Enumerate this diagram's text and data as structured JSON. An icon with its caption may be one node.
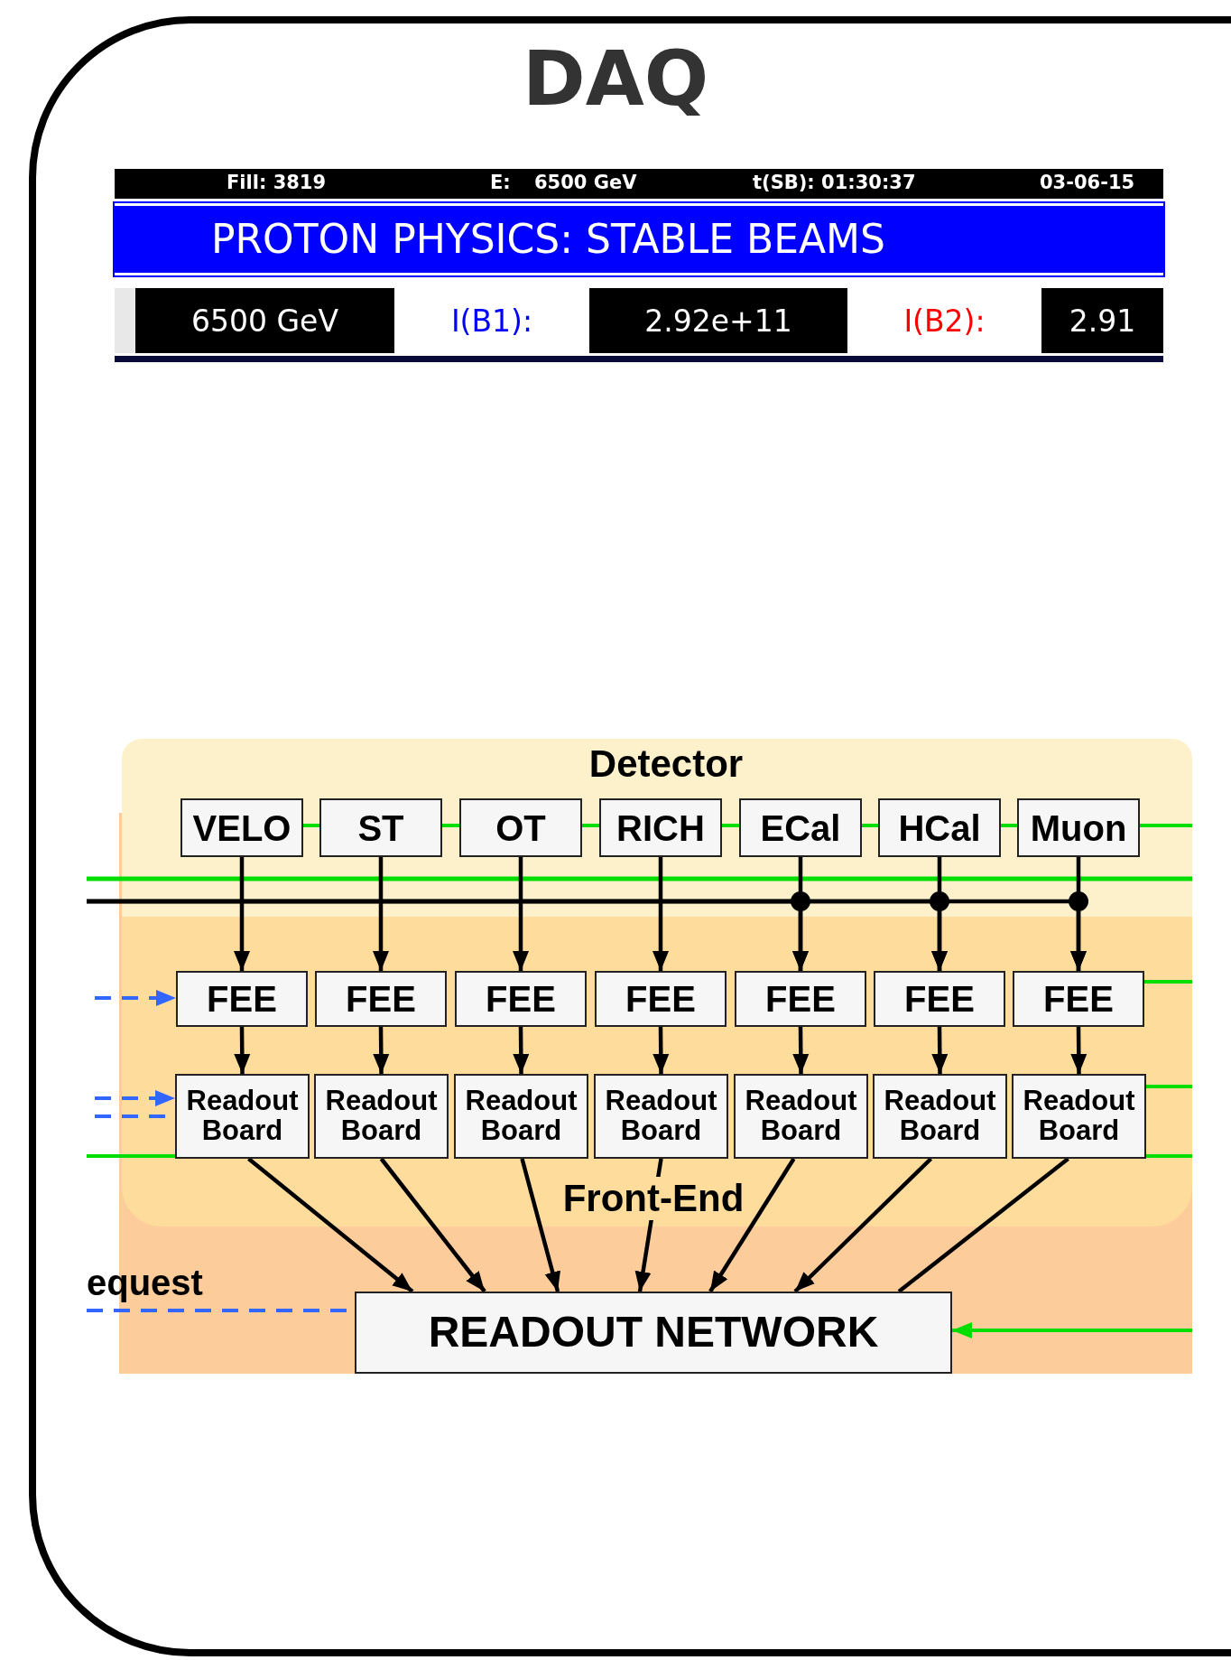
{
  "diagram": {
    "title": "DAQ",
    "nodes": [
      {
        "text": [
          "Fill: 3819",
          "E:",
          "6500 GeV",
          "t(SB): 01:30:37",
          "03-06-15"
        ]
      },
      {
        "text": [
          "PROTON PHYSICS: STABLE BEAMS"
        ]
      },
      {
        "text": [
          "6500 GeV"
        ]
      },
      {
        "text": [
          "I(B1):"
        ]
      },
      {
        "text": [
          "2.92e+11"
        ]
      },
      {
        "text": [
          "I(B2):"
        ]
      },
      {
        "text": [
          "2.91"
        ]
      },
      {
        "text": [
          "Detector"
        ]
      },
      {
        "text": [
          "VELO"
        ],
        "in": 7
      },
      {
        "text": [
          "ST"
        ],
        "in": 7
      },
      {
        "text": [
          "OT"
        ],
        "in": 7
      },
      {
        "text": [
          "RICH"
        ],
        "in": 7
      },
      {
        "text": [
          "ECal"
        ],
        "in": 7
      },
      {
        "text": [
          "HCal"
        ],
        "in": 7
      },
      {
        "text": [
          "Muon"
        ],
        "in": 7
      },
      {
        "text": [
          "Front-End"
        ]
      },
      {
        "text": [
          "FEE"
        ],
        "in": 15
      },
      {
        "text": [
          "FEE"
        ],
        "in": 15
      },
      {
        "text": [
          "FEE"
        ],
        "in": 15
      },
      {
        "text": [
          "FEE"
        ],
        "in": 15
      },
      {
        "text": [
          "FEE"
        ],
        "in": 15
      },
      {
        "text": [
          "FEE"
        ],
        "in": 15
      },
      {
        "text": [
          "FEE"
        ],
        "in": 15
      },
      {
        "text": [
          "Readout Board"
        ],
        "in": 15
      },
      {
        "text": [
          "Readout Board"
        ],
        "in": 15
      },
      {
        "text": [
          "Readout Board"
        ],
        "in": 15
      },
      {
        "text": [
          "Readout Board"
        ],
        "in": 15
      },
      {
        "text": [
          "Readout Board"
        ],
        "in": 15
      },
      {
        "text": [
          "Readout Board"
        ],
        "in": 15
      },
      {
        "text": [
          "Readout Board"
        ],
        "in": 15
      },
      {
        "text": [
          "READOUT NETWORK"
        ]
      }
    ],
    "edges": [
      {
        "from": 8,
        "to": 9,
        "arrow": "none",
        "color": "#00dd00"
      },
      {
        "from": 9,
        "to": 10,
        "arrow": "none",
        "color": "#00dd00"
      },
      {
        "from": 10,
        "to": 11,
        "arrow": "none",
        "color": "#00dd00"
      },
      {
        "from": 11,
        "to": 12,
        "arrow": "none",
        "color": "#00dd00"
      },
      {
        "from": 12,
        "to": 13,
        "arrow": "none",
        "color": "#00dd00"
      },
      {
        "from": 13,
        "to": 14,
        "arrow": "none",
        "color": "#00dd00"
      },
      {
        "from": 14,
        "to": null,
        "arrow": "none",
        "color": "#00dd00"
      },
      {
        "from": 8,
        "to": 16,
        "arrow": "to"
      },
      {
        "from": 9,
        "to": 17,
        "arrow": "to"
      },
      {
        "from": 10,
        "to": 18,
        "arrow": "to"
      },
      {
        "from": 11,
        "to": 19,
        "arrow": "to"
      },
      {
        "from": 12,
        "to": 20,
        "arrow": "to"
      },
      {
        "from": 13,
        "to": 21,
        "arrow": "to"
      },
      {
        "from": 14,
        "to": 22,
        "arrow": "to"
      },
      {
        "from": null,
        "to": 16,
        "arrow": "to",
        "style": "dashed",
        "color": "#3366ff"
      },
      {
        "from": 22,
        "to": null,
        "arrow": "none",
        "color": "#00dd00"
      },
      {
        "from": 16,
        "to": 23,
        "arrow": "to"
      },
      {
        "from": 17,
        "to": 24,
        "arrow": "to"
      },
      {
        "from": 18,
        "to": 25,
        "arrow": "to"
      },
      {
        "from": 19,
        "to": 26,
        "arrow": "to"
      },
      {
        "from": 20,
        "to": 27,
        "arrow": "to"
      },
      {
        "from": 21,
        "to": 28,
        "arrow": "to"
      },
      {
        "from": 22,
        "to": 29,
        "arrow": "to"
      },
      {
        "from": null,
        "to": 23,
        "arrow": "to",
        "style": "dashed",
        "color": "#3366ff"
      },
      {
        "from": null,
        "to": 23,
        "arrow": "none",
        "style": "dashed",
        "color": "#3366ff"
      },
      {
        "from": null,
        "to": 23,
        "arrow": "none",
        "color": "#00dd00"
      },
      {
        "from": 29,
        "to": null,
        "arrow": "none",
        "color": "#00dd00"
      },
      {
        "from": 29,
        "to": null,
        "arrow": "none",
        "color": "#00dd00"
      },
      {
        "from": 23,
        "to": 30,
        "arrow": "to"
      },
      {
        "from": 24,
        "to": 30,
        "arrow": "to"
      },
      {
        "from": 25,
        "to": 30,
        "arrow": "to"
      },
      {
        "from": 26,
        "to": 30,
        "arrow": "to"
      },
      {
        "from": 27,
        "to": 30,
        "arrow": "to"
      },
      {
        "from": 28,
        "to": 30,
        "arrow": "to"
      },
      {
        "from": 29,
        "to": 30,
        "arrow": "none"
      },
      {
        "from": null,
        "to": 30,
        "arrow": "none",
        "style": "dashed",
        "color": "#3366ff",
        "label": "equest"
      },
      {
        "from": null,
        "to": 30,
        "arrow": "to",
        "color": "#00dd00"
      },
      {
        "from": null,
        "to": 20,
        "arrow": "to"
      },
      {
        "from": null,
        "to": 21,
        "arrow": "to"
      },
      {
        "from": null,
        "to": 22,
        "arrow": "to"
      }
    ]
  }
}
